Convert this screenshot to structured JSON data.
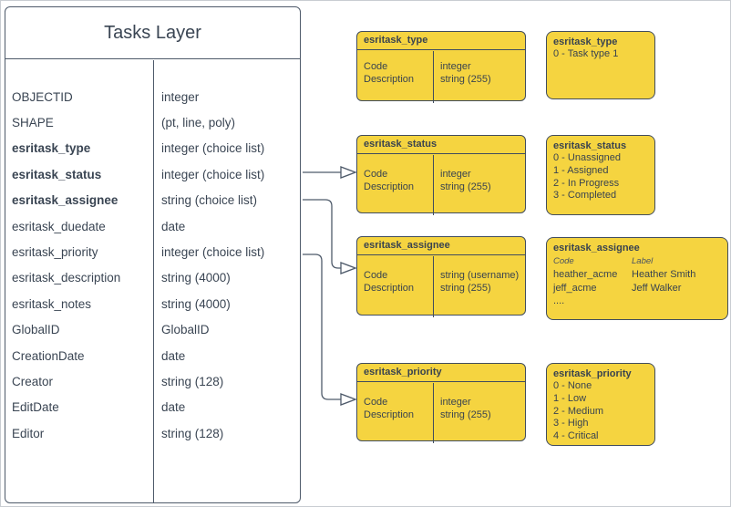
{
  "colors": {
    "box_fill": "#f5d440",
    "box_stroke": "#404c5e",
    "table_stroke": "#4e5a6a",
    "text": "#3a4553",
    "connector": "#4e5a6a",
    "canvas_border": "#c9cdd2"
  },
  "tasks_table": {
    "title": "Tasks Layer",
    "fields": [
      {
        "name": "OBJECTID",
        "type": "integer"
      },
      {
        "name": "SHAPE",
        "type": "(pt, line, poly)"
      },
      {
        "name": "esritask_type",
        "type": "integer (choice list)"
      },
      {
        "name": "esritask_status",
        "type": "integer (choice list)"
      },
      {
        "name": "esritask_assignee",
        "type": "string (choice list)"
      },
      {
        "name": "esritask_duedate",
        "type": "date"
      },
      {
        "name": "esritask_priority",
        "type": "integer (choice list)"
      },
      {
        "name": "esritask_description",
        "type": "string (4000)"
      },
      {
        "name": "esritask_notes",
        "type": "string (4000)"
      },
      {
        "name": "GlobalID",
        "type": "GlobalID"
      },
      {
        "name": "CreationDate",
        "type": "date"
      },
      {
        "name": "Creator",
        "type": "string (128)"
      },
      {
        "name": "EditDate",
        "type": "date"
      },
      {
        "name": "Editor",
        "type": "string (128)"
      }
    ]
  },
  "domain_tables": [
    {
      "title": "esritask_type",
      "fields": [
        "Code",
        "Description"
      ],
      "types": [
        "integer",
        "string (255)"
      ]
    },
    {
      "title": "esritask_status",
      "fields": [
        "Code",
        "Description"
      ],
      "types": [
        "integer",
        "string (255)"
      ]
    },
    {
      "title": "esritask_assignee",
      "fields": [
        "Code",
        "Description"
      ],
      "types": [
        "string (username)",
        "string (255)"
      ]
    },
    {
      "title": "esritask_priority",
      "fields": [
        "Code",
        "Description"
      ],
      "types": [
        "integer",
        "string (255)"
      ]
    }
  ],
  "value_lists": {
    "type": {
      "title": "esritask_type",
      "values": [
        "0 - Task type 1"
      ]
    },
    "status": {
      "title": "esritask_status",
      "values": [
        "0 - Unassigned",
        "1 - Assigned",
        "2 - In Progress",
        "3 - Completed"
      ]
    },
    "assignee": {
      "title": "esritask_assignee",
      "col_headers": [
        "Code",
        "Label"
      ],
      "rows": [
        {
          "code": "heather_acme",
          "label": "Heather Smith"
        },
        {
          "code": "jeff_acme",
          "label": "Jeff Walker"
        }
      ],
      "ellipsis": "...."
    },
    "priority": {
      "title": "esritask_priority",
      "values": [
        "0 - None",
        "1 - Low",
        "2 - Medium",
        "3 - High",
        "4 - Critical"
      ]
    }
  }
}
